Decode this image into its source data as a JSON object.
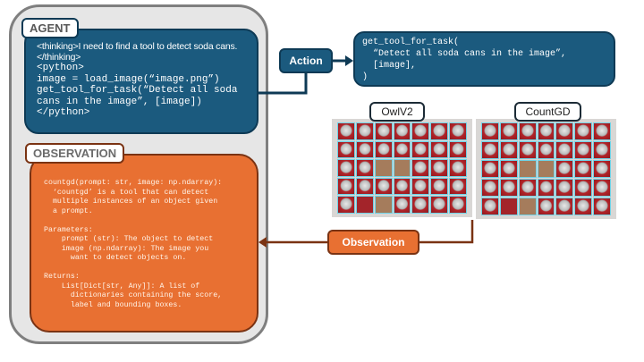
{
  "agent": {
    "tag": "AGENT",
    "thinking": "<thinking>I need to find a tool to detect soda cans.</thinking>",
    "code": "<python>\nimage = load_image(“image.png”)\nget_tool_for_task(“Detect all soda\ncans in the image”, [image])\n</python>"
  },
  "action": {
    "label": "Action",
    "code": "get_tool_for_task(\n  “Detect all soda cans in the image”,\n  [image],\n)"
  },
  "results": {
    "owlv2_label": "OwlV2",
    "countgd_label": "CountGD"
  },
  "observation": {
    "tag": "OBSERVATION",
    "label": "Observation",
    "code": "countgd(prompt: str, image: np.ndarray):\n  ‘countgd’ is a tool that can detect\n  multiple instances of an object given\n  a prompt.\n\nParameters:\n    prompt (str): The object to detect\n    image (np.ndarray): The image you\n      want to detect objects on.\n\nReturns:\n    List[Dict[str, Any]]: A list of\n      dictionaries containing the score,\n      label and bounding boxes."
  },
  "colors": {
    "agent_blue": "#1b5a7e",
    "agent_border": "#0e3a55",
    "observation_orange": "#e87032",
    "observation_border": "#7a3313",
    "frame_gray": "#e6e6e6",
    "detection_box": "#6fd2e6"
  }
}
